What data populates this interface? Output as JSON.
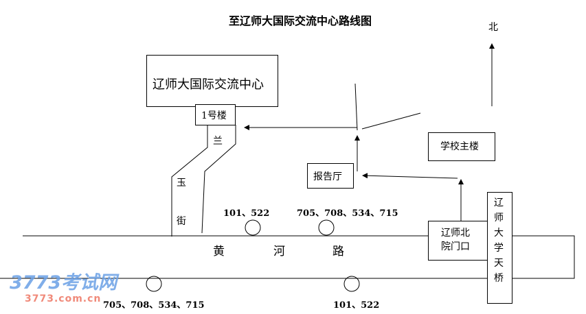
{
  "title": "至辽师大国际交流中心路线图",
  "north_label": "北",
  "buildings": {
    "center": "辽师大国际交流中心",
    "building1": "1号楼",
    "hall": "报告厅",
    "main": "学校主楼",
    "gate_line1": "辽师北",
    "gate_line2": "院门口",
    "bridge": [
      "辽",
      "师",
      "大",
      "学",
      "天",
      "桥"
    ]
  },
  "streets": {
    "lanyu": [
      "兰",
      "玉",
      "街"
    ],
    "huanghe": [
      "黄",
      "河",
      "路"
    ]
  },
  "bus_stops": {
    "top_left": "101、522",
    "top_right": "705、708、534、715",
    "bottom_left": "705、708、534、715",
    "bottom_right": "101、522"
  },
  "watermark": {
    "main": "3773考试网",
    "url": "3773.com.cn"
  }
}
